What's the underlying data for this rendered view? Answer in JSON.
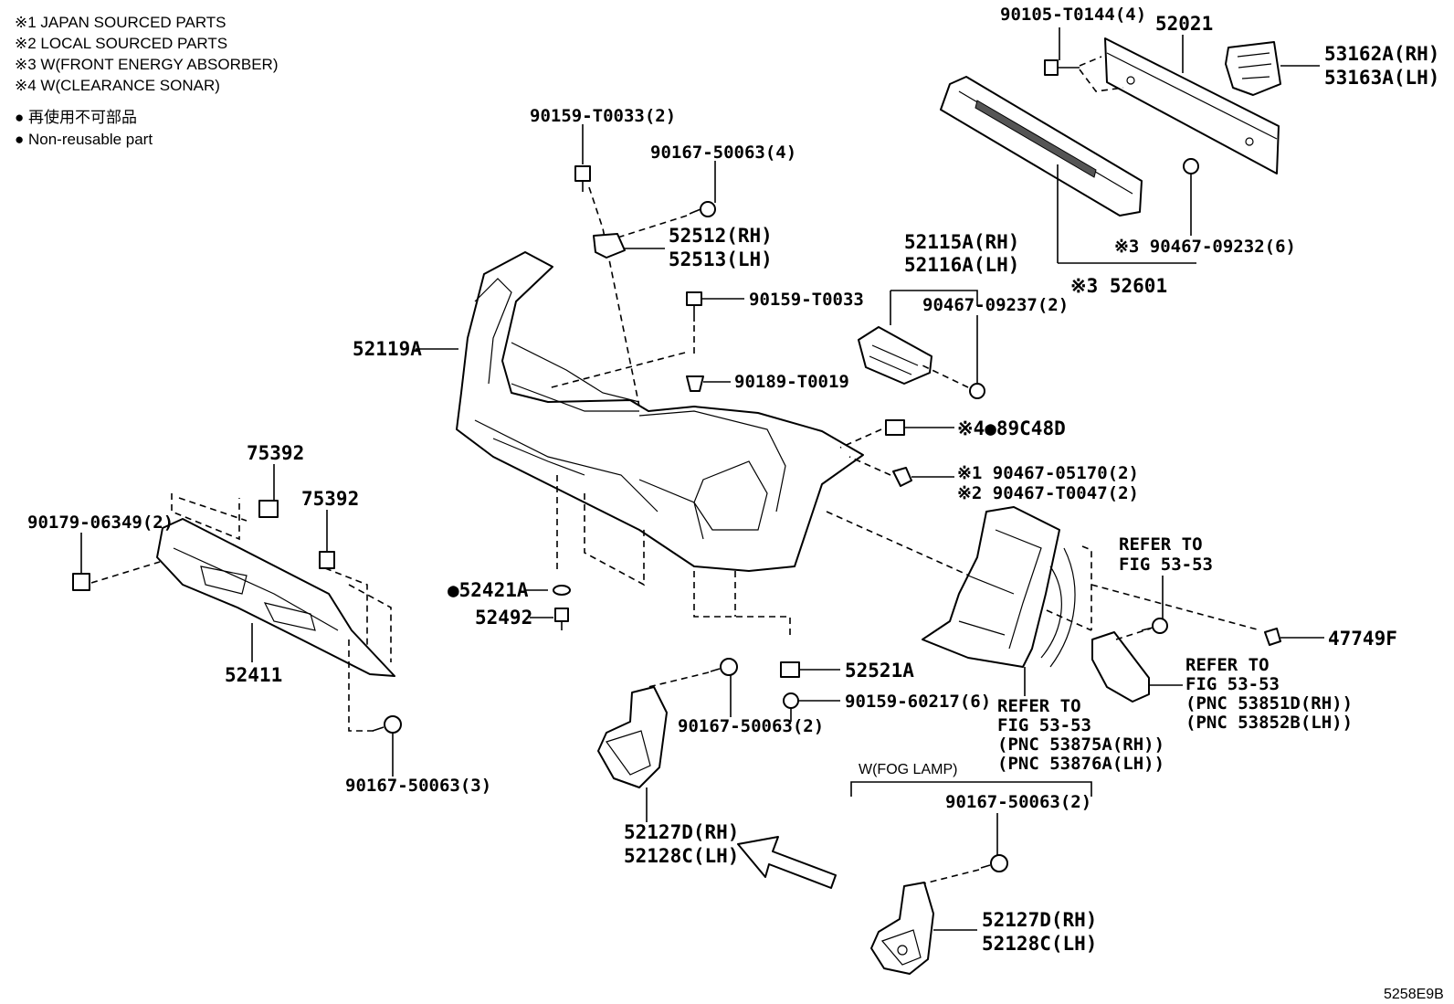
{
  "legend": {
    "note1": "※1 JAPAN SOURCED PARTS",
    "note2": "※2 LOCAL SOURCED PARTS",
    "note3": "※3 W(FRONT ENERGY ABSORBER)",
    "note4": "※4 W(CLEARANCE SONAR)",
    "nonreusable_jp": "● 再使用不可部品",
    "nonreusable_en": "● Non-reusable part"
  },
  "labels": {
    "p90105": "90105-T0144(4)",
    "p52021": "52021",
    "p53162": "53162A(RH)",
    "p53163": "53163A(LH)",
    "p90159a": "90159-T0033(2)",
    "p90167a": "90167-50063(4)",
    "p52512": "52512(RH)",
    "p52513": "52513(LH)",
    "p52115": "52115A(RH)",
    "p52116": "52116A(LH)",
    "p90467a": "※3 90467-09232(6)",
    "p52601": "※3 52601",
    "p90159b": "90159-T0033",
    "p90467b": "90467-09237(2)",
    "p52119": "52119A",
    "p90189": "90189-T0019",
    "p89c48": "※4●89C48D",
    "p90467c": "※1 90467-05170(2)",
    "p90467d": "※2 90467-T0047(2)",
    "p75392a": "75392",
    "p75392b": "75392",
    "p90179": "90179-06349(2)",
    "p52421": "●52421A",
    "p52492": "52492",
    "p52411": "52411",
    "refer1a": "REFER TO",
    "refer1b": "FIG 53-53",
    "p47749": "47749F",
    "p52521": "52521A",
    "refer2a": "REFER TO",
    "refer2b": "FIG 53-53",
    "refer2c": "(PNC 53851D(RH))",
    "refer2d": "(PNC 53852B(LH))",
    "refer3a": "REFER TO",
    "refer3b": "FIG 53-53",
    "refer3c": "(PNC 53875A(RH))",
    "refer3d": "(PNC 53876A(LH))",
    "p90159c": "90159-60217(6)",
    "p90167b": "90167-50063(2)",
    "p90167c": "90167-50063(3)",
    "fog": "W(FOG LAMP)",
    "p90167d": "90167-50063(2)",
    "p52127a": "52127D(RH)",
    "p52128a": "52128C(LH)",
    "p52127b": "52127D(RH)",
    "p52128b": "52128C(LH)",
    "figure_code": "5258E9B"
  }
}
